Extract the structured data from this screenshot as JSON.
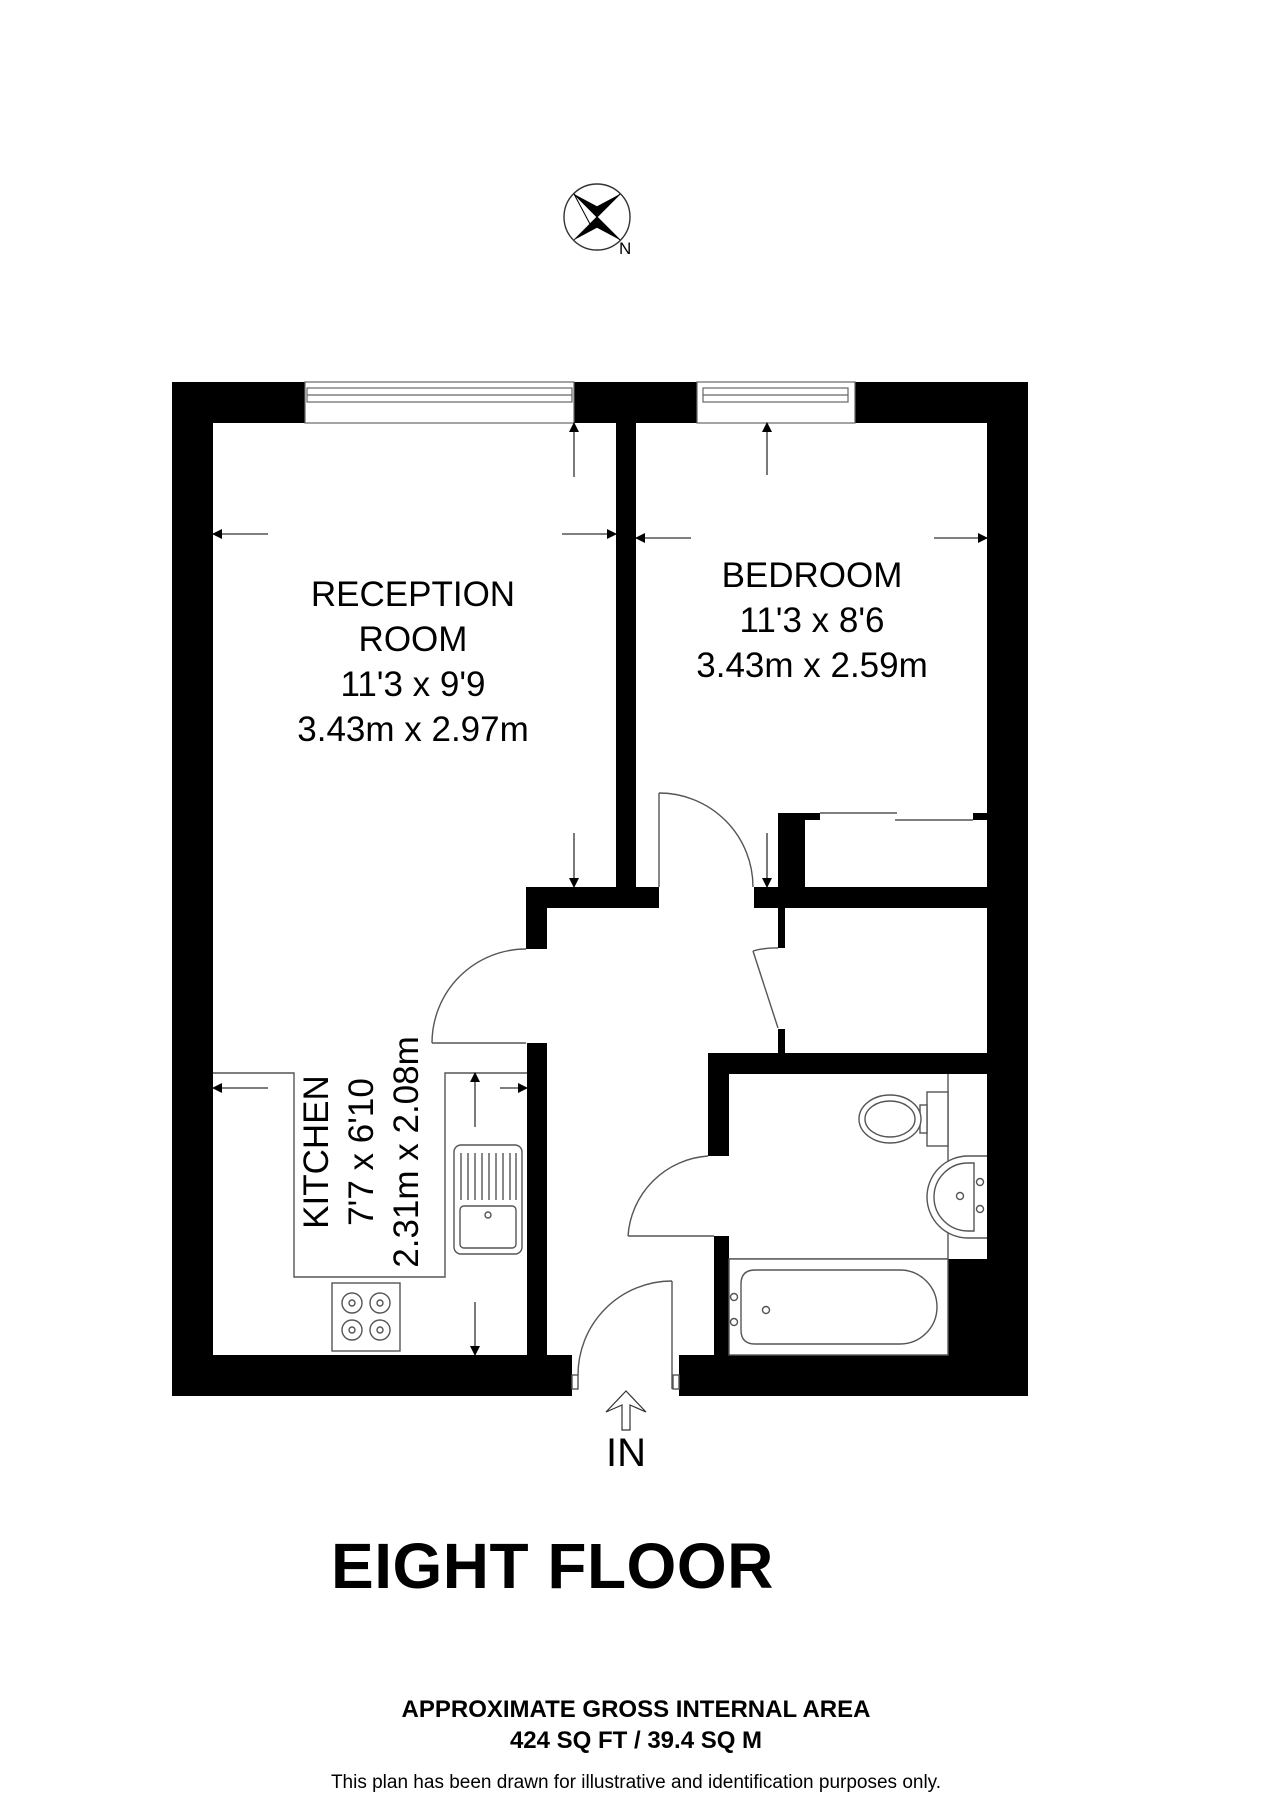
{
  "compass": {
    "north_label": "N",
    "icon": "compass-rose-icon"
  },
  "rooms": {
    "reception": {
      "name_line1": "RECEPTION",
      "name_line2": "ROOM",
      "imperial": "11'3 x 9'9",
      "metric": "3.43m x 2.97m"
    },
    "bedroom": {
      "name": "BEDROOM",
      "imperial": "11'3 x 8'6",
      "metric": "3.43m x 2.59m"
    },
    "kitchen": {
      "name": "KITCHEN",
      "imperial": "7'7 x 6'10",
      "metric": "2.31m x 2.08m"
    }
  },
  "entrance": {
    "label": "IN",
    "icon": "entrance-arrow-icon"
  },
  "floor": {
    "title": "EIGHT FLOOR"
  },
  "area": {
    "heading": "APPROXIMATE GROSS INTERNAL AREA",
    "value": "424 SQ FT / 39.4 SQ M"
  },
  "disclaimer": "This plan has been drawn for illustrative and identification purposes only.",
  "colors": {
    "wall": "#000000",
    "background": "#ffffff",
    "fixture_line": "#555555"
  }
}
